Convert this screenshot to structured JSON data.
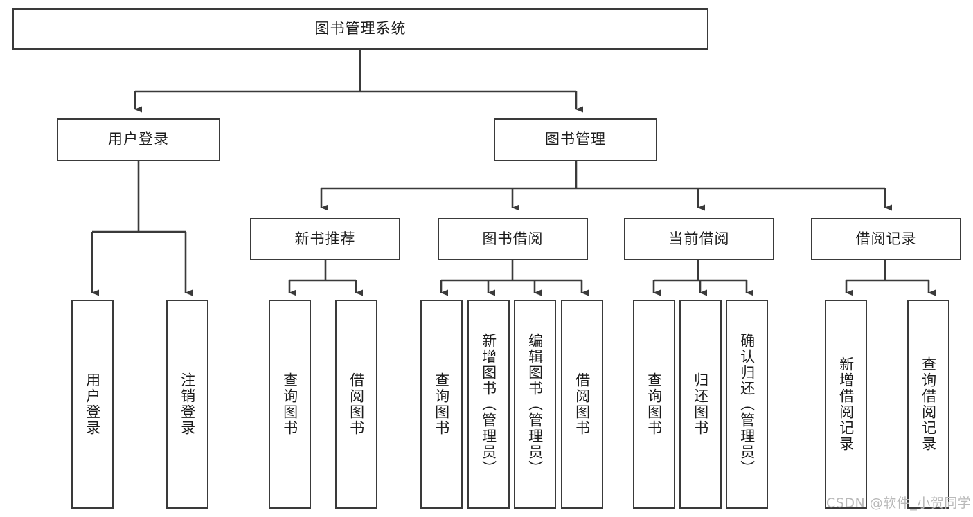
{
  "diagram": {
    "type": "hierarchy-tree",
    "title": "图书管理系统",
    "root": {
      "id": "root",
      "label": "图书管理系统"
    },
    "level2": [
      {
        "id": "user-login",
        "label": "用户登录"
      },
      {
        "id": "book-manage",
        "label": "图书管理"
      }
    ],
    "level3": [
      {
        "id": "new-book-rec",
        "label": "新书推荐",
        "parent": "book-manage"
      },
      {
        "id": "book-borrow",
        "label": "图书借阅",
        "parent": "book-manage"
      },
      {
        "id": "current-borrow",
        "label": "当前借阅",
        "parent": "book-manage"
      },
      {
        "id": "borrow-record",
        "label": "借阅记录",
        "parent": "book-manage"
      }
    ],
    "leaves": {
      "user_login": [
        {
          "id": "leaf-user-login",
          "label": "用户登录"
        },
        {
          "id": "leaf-logout",
          "label": "注销登录"
        }
      ],
      "new_book_rec": [
        {
          "id": "leaf-query-book-1",
          "label": "查询图书"
        },
        {
          "id": "leaf-borrow-book-1",
          "label": "借阅图书"
        }
      ],
      "book_borrow": [
        {
          "id": "leaf-query-book-2",
          "label": "查询图书"
        },
        {
          "id": "leaf-add-book",
          "label": "新增图书（管理员）"
        },
        {
          "id": "leaf-edit-book",
          "label": "编辑图书（管理员）"
        },
        {
          "id": "leaf-borrow-book-2",
          "label": "借阅图书"
        }
      ],
      "current_borrow": [
        {
          "id": "leaf-query-book-3",
          "label": "查询图书"
        },
        {
          "id": "leaf-return-book",
          "label": "归还图书"
        },
        {
          "id": "leaf-confirm-return",
          "label": "确认归还（管理员）"
        }
      ],
      "borrow_record": [
        {
          "id": "leaf-add-record",
          "label": "新增借阅记录"
        },
        {
          "id": "leaf-query-record",
          "label": "查询借阅记录"
        }
      ]
    }
  },
  "watermark": {
    "text": "CSDN @软件_小贺同学"
  },
  "colors": {
    "stroke": "#3a3a3a",
    "fill": "#ffffff",
    "text": "#1c1c1c",
    "watermark": "#b9b9b9"
  }
}
